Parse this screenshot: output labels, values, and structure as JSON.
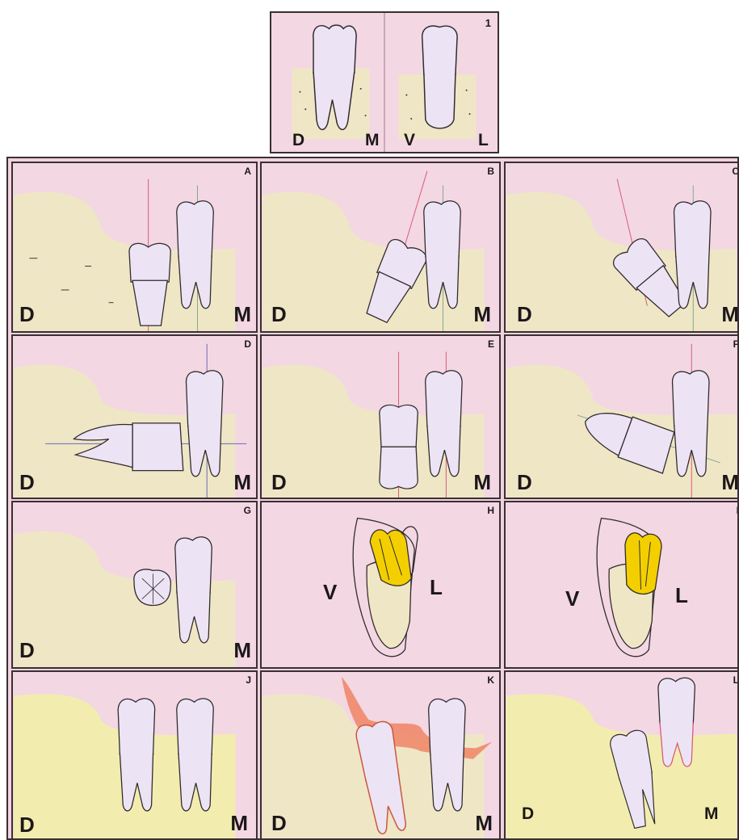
{
  "figure_1": {
    "label": "1",
    "left_view": {
      "left": "D",
      "right": "M"
    },
    "right_view": {
      "left": "V",
      "right": "L"
    }
  },
  "panels": [
    {
      "id": "A",
      "left": "D",
      "right": "M"
    },
    {
      "id": "B",
      "left": "D",
      "right": "M"
    },
    {
      "id": "C",
      "left": "D",
      "right": "M"
    },
    {
      "id": "D",
      "left": "D",
      "right": "M"
    },
    {
      "id": "E",
      "left": "D",
      "right": "M"
    },
    {
      "id": "F",
      "left": "D",
      "right": "M"
    },
    {
      "id": "G",
      "left": "D",
      "right": "M"
    },
    {
      "id": "H",
      "left": "V",
      "right": "L"
    },
    {
      "id": "I",
      "left": "V",
      "right": "L"
    },
    {
      "id": "J",
      "left": "D",
      "right": "M"
    },
    {
      "id": "K",
      "left": "D",
      "right": "M"
    },
    {
      "id": "L",
      "left": "D",
      "right": "M"
    }
  ],
  "colors": {
    "background": "#f3d7e3",
    "bone": "#efe6c6",
    "bone_dots": "#3b3330",
    "tooth": "#ece4f4",
    "outline": "#2f2a2c",
    "axis_red": "#d85a78",
    "axis_green": "#7fa992",
    "axis_blue": "#6d6ab6",
    "highlight_yellow": "#f4cf00",
    "gum_orange": "#f0896a",
    "bone_yellow": "#f2edae"
  },
  "icons": [
    "molar-tooth",
    "bone-section"
  ]
}
